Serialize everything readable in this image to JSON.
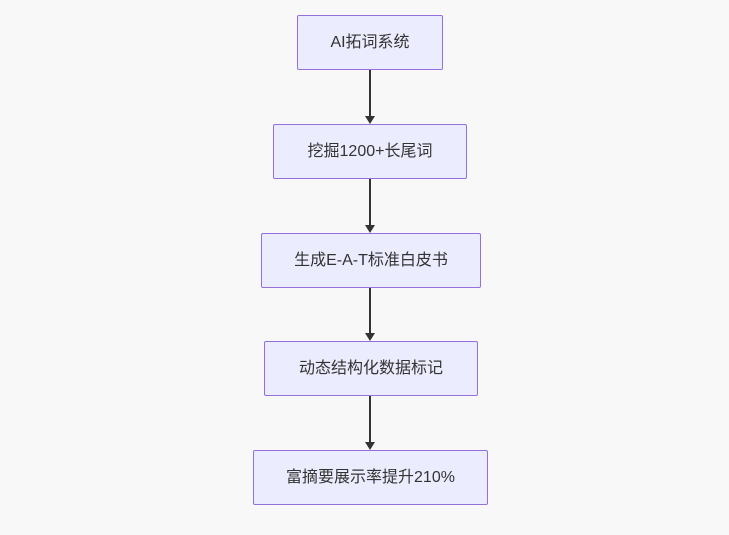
{
  "diagram": {
    "type": "flowchart",
    "direction": "top-down",
    "nodes": [
      {
        "id": "n1",
        "label": "AI拓词系统"
      },
      {
        "id": "n2",
        "label": "挖掘1200+长尾词"
      },
      {
        "id": "n3",
        "label": "生成E-A-T标准白皮书"
      },
      {
        "id": "n4",
        "label": "动态结构化数据标记"
      },
      {
        "id": "n5",
        "label": "富摘要展示率提升210%"
      }
    ],
    "edges": [
      {
        "from": "n1",
        "to": "n2",
        "style": "arrow-down"
      },
      {
        "from": "n2",
        "to": "n3",
        "style": "arrow-down"
      },
      {
        "from": "n3",
        "to": "n4",
        "style": "arrow-down"
      },
      {
        "from": "n4",
        "to": "n5",
        "style": "arrow-down"
      }
    ],
    "colors": {
      "background": "#f8f8f8",
      "node_fill": "#ECECFF",
      "node_border": "#9370DB",
      "node_text": "#333333",
      "arrow": "#333333"
    }
  }
}
